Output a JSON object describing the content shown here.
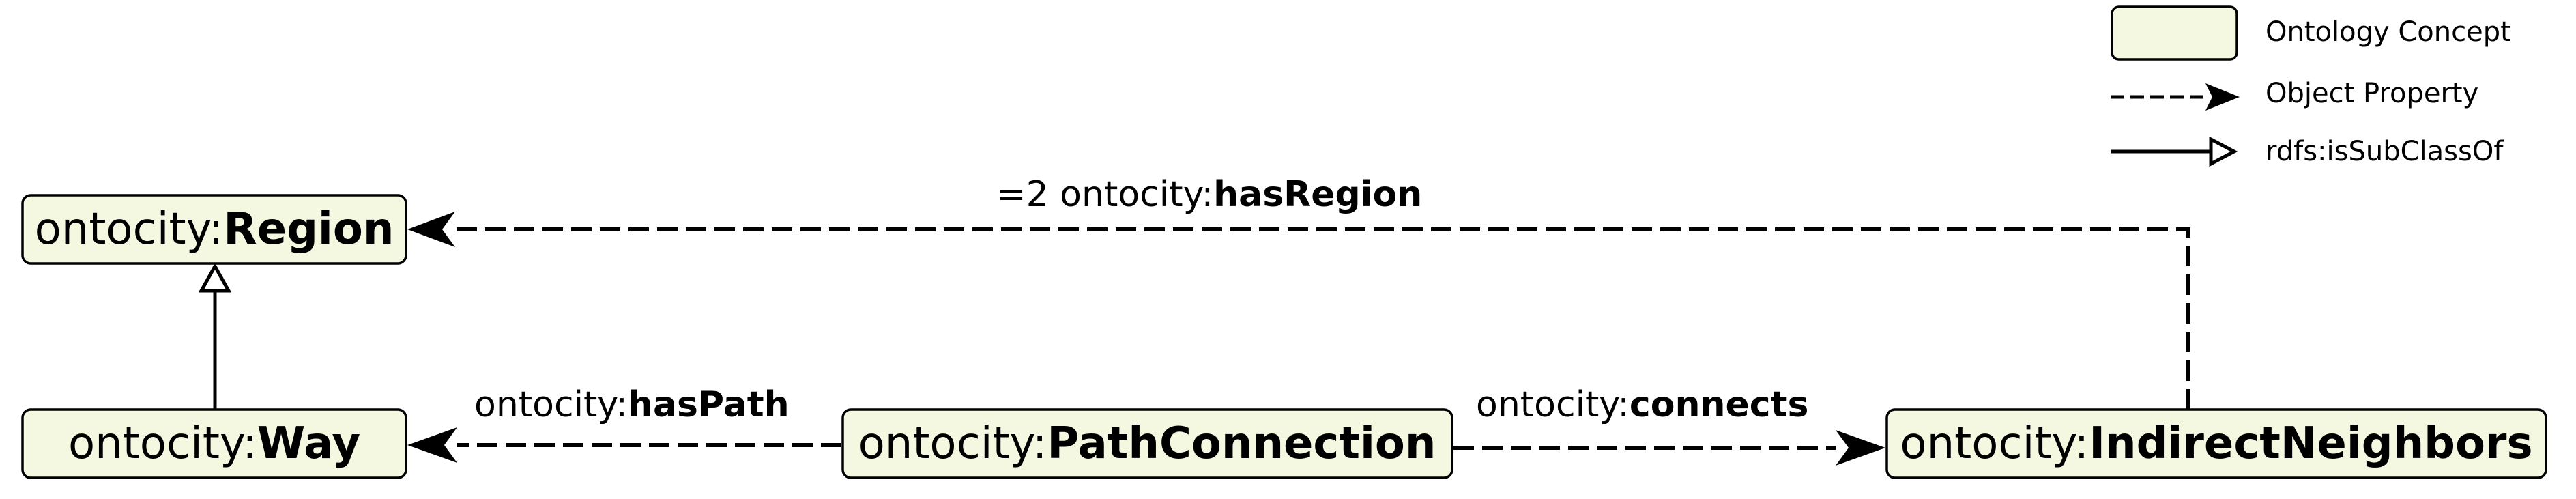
{
  "nodes": {
    "region": {
      "prefix": "ontocity:",
      "name": "Region"
    },
    "way": {
      "prefix": "ontocity:",
      "name": "Way"
    },
    "path_connection": {
      "prefix": "ontocity:",
      "name": "PathConnection"
    },
    "indirect_neighbors": {
      "prefix": "ontocity:",
      "name": "IndirectNeighbors"
    }
  },
  "edges": {
    "has_region": {
      "prefix": "=2 ontocity:",
      "name": "hasRegion"
    },
    "has_path": {
      "prefix": "ontocity:",
      "name": "hasPath"
    },
    "connects": {
      "prefix": "ontocity:",
      "name": "connects"
    }
  },
  "legend": {
    "concept": "Ontology Concept",
    "object_property": "Object Property",
    "subclass": "rdfs:isSubClassOf"
  },
  "colors": {
    "concept_fill": "#f5f8e1",
    "stroke": "#000000"
  }
}
